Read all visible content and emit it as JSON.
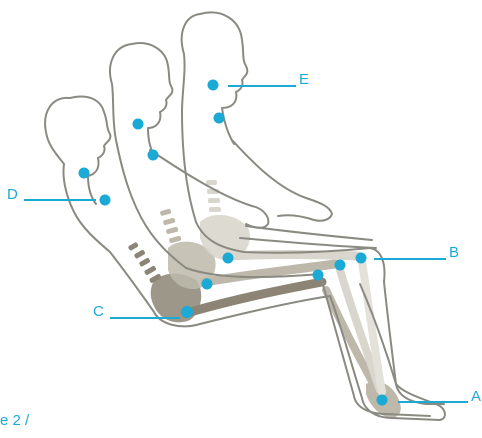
{
  "accent_color": "#1ba9d6",
  "outline_color": "#8a8a82",
  "bone_light_color": "#d9d6cd",
  "bone_mid_color": "#bdb8aa",
  "bone_dark_color": "#8c8575",
  "figures": [
    "back-reclined-person",
    "middle-person",
    "front-upright-person"
  ],
  "callouts": {
    "A": "A",
    "B": "B",
    "C": "C",
    "D": "D",
    "E": "E"
  },
  "caption_fragment": "e 2 /"
}
